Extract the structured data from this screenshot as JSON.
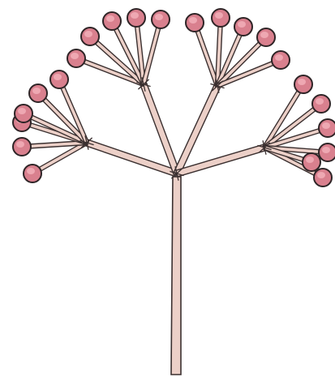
{
  "figure": {
    "kind": "compound-umbel-inflorescence",
    "colors": {
      "background": "#ffffff",
      "stalk_fill": "#ecd0c8",
      "stalk_outline": "#3b3030",
      "flower_fill": "#d9808e",
      "flower_highlight": "#f2b2bc",
      "flower_outline": "#2e2426"
    },
    "umbellets": [
      {
        "name": "left",
        "flower_count": 6
      },
      {
        "name": "upper-left",
        "flower_count": 5
      },
      {
        "name": "upper-right",
        "flower_count": 5
      },
      {
        "name": "right",
        "flower_count": 6
      }
    ]
  }
}
